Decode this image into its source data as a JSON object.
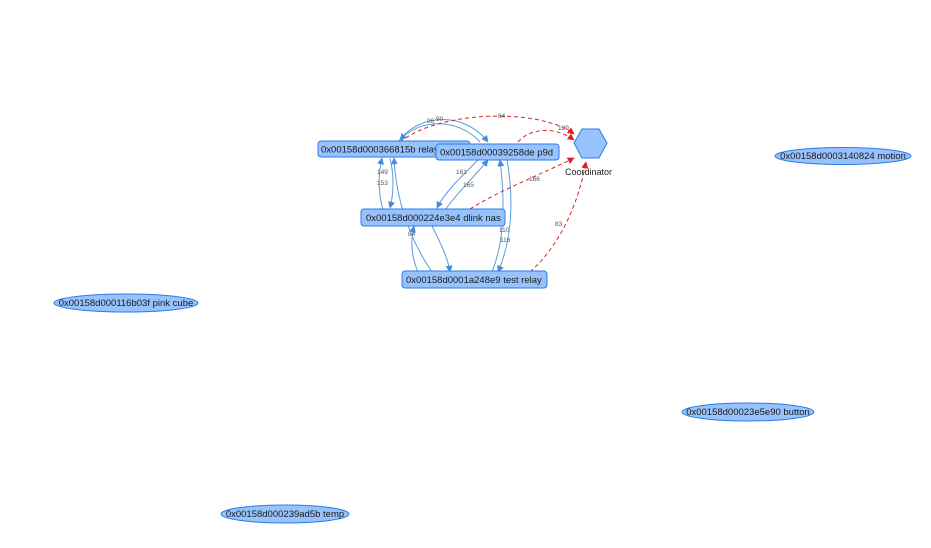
{
  "colors": {
    "node_fill": "#97c2fc",
    "node_border": "#2b7ce9",
    "edge_blue": "#5b9be0",
    "edge_red": "#e02020"
  },
  "nodes": {
    "n6815b": {
      "label": "0x00158d000366815b relay",
      "shape": "box"
    },
    "n258de": {
      "label": "0x00158d00039258de p9d",
      "shape": "box"
    },
    "n4e3e4": {
      "label": "0x00158d000224e3e4 dlink nas",
      "shape": "box"
    },
    "n248e9": {
      "label": "0x00158d0001a248e9 test relay",
      "shape": "box"
    },
    "coord": {
      "label": "Coordinator",
      "shape": "hexagon"
    },
    "n40824": {
      "label": "0x00158d0003140824 motion",
      "shape": "ellipse"
    },
    "n03f": {
      "label": "0x00158d000116b03f pink cube",
      "shape": "ellipse"
    },
    "n5e90": {
      "label": "0x00158d00023e5e90 button",
      "shape": "ellipse"
    },
    "n9ad5b": {
      "label": "0x00158d000239ad5b temp",
      "shape": "ellipse"
    }
  },
  "edges": [
    {
      "id": "e1",
      "from": "n6815b",
      "to": "n258de",
      "label": "90",
      "style": "solid"
    },
    {
      "id": "e2",
      "from": "n258de",
      "to": "n6815b",
      "label": "96",
      "style": "solid"
    },
    {
      "id": "e3",
      "from": "n6815b",
      "to": "coord",
      "label": "84",
      "style": "dashed"
    },
    {
      "id": "e4",
      "from": "n258de",
      "to": "coord",
      "label": "129",
      "style": "dashed"
    },
    {
      "id": "e5",
      "from": "n4e3e4",
      "to": "n6815b",
      "label": "149",
      "style": "solid"
    },
    {
      "id": "e6",
      "from": "n6815b",
      "to": "n4e3e4",
      "label": "153",
      "style": "solid"
    },
    {
      "id": "e7",
      "from": "n258de",
      "to": "n4e3e4",
      "label": "161",
      "style": "solid"
    },
    {
      "id": "e8",
      "from": "n4e3e4",
      "to": "n258de",
      "label": "165",
      "style": "solid"
    },
    {
      "id": "e9",
      "from": "n4e3e4",
      "to": "coord",
      "label": "166",
      "style": "dashed"
    },
    {
      "id": "e10",
      "from": "n248e9",
      "to": "n4e3e4",
      "label": "84",
      "style": "solid"
    },
    {
      "id": "e11",
      "from": "n4e3e4",
      "to": "n248e9",
      "label": "",
      "style": "solid"
    },
    {
      "id": "e12",
      "from": "n248e9",
      "to": "n258de",
      "label": "110",
      "style": "solid"
    },
    {
      "id": "e13",
      "from": "n258de",
      "to": "n248e9",
      "label": "116",
      "style": "solid"
    },
    {
      "id": "e14",
      "from": "n248e9",
      "to": "coord",
      "label": "83",
      "style": "dashed"
    },
    {
      "id": "e15",
      "from": "n248e9",
      "to": "n6815b",
      "label": "",
      "style": "solid"
    }
  ]
}
